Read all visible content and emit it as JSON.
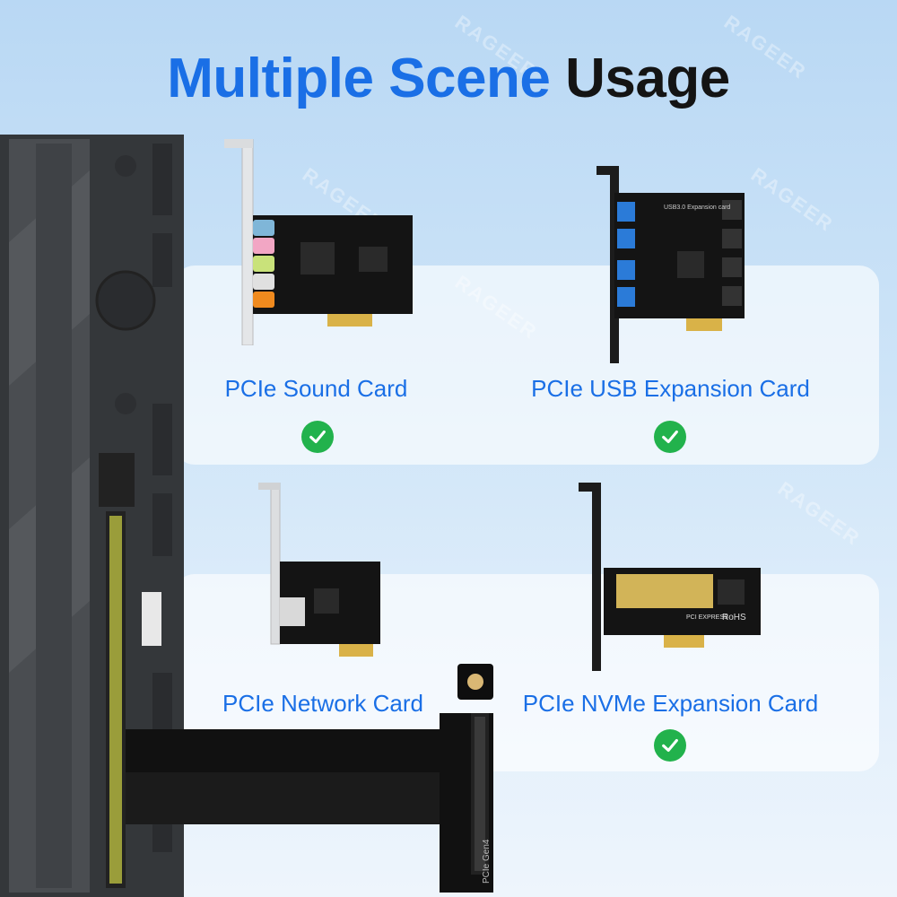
{
  "title": {
    "part1": "Multiple Scene",
    "part2": "Usage"
  },
  "watermark": "RAGEER",
  "scenes": [
    {
      "label": "PCIe Sound Card",
      "supported": true,
      "icon": "check-icon"
    },
    {
      "label": "PCIe USB Expansion Card",
      "supported": true,
      "icon": "check-icon"
    },
    {
      "label": "PCIe Network Card",
      "supported": false
    },
    {
      "label": "PCIe NVMe Expansion Card",
      "supported": true,
      "icon": "check-icon"
    }
  ],
  "card_text": {
    "nvme_rohs": "RoHS",
    "nvme_brand": "PCI EXPRESS",
    "usb_model": "USB3.0 Expansion card",
    "riser_label": "PCIe Gen4"
  },
  "colors": {
    "accent": "#1a6fe6",
    "title_dark": "#141414",
    "check": "#22b24c",
    "pcb": "#141414"
  }
}
